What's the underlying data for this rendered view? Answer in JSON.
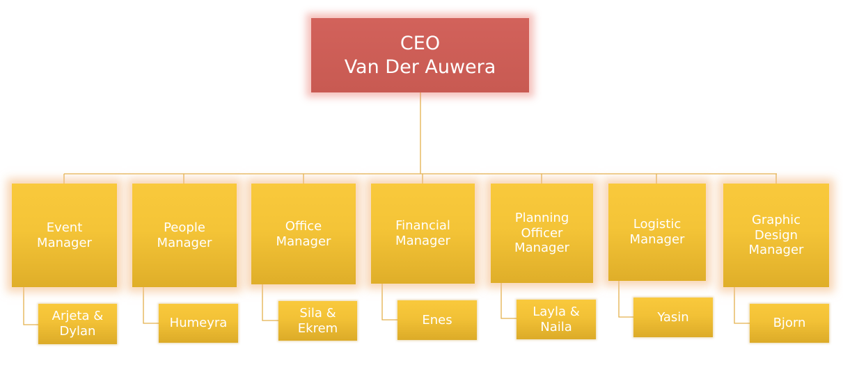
{
  "ceo": {
    "title": "CEO",
    "name": "Van Der Auwera"
  },
  "managers": [
    {
      "lines": [
        "Event",
        "Manager"
      ],
      "people": [
        "Arjeta &",
        "Dylan"
      ]
    },
    {
      "lines": [
        "People",
        "Manager"
      ],
      "people": [
        "Humeyra"
      ]
    },
    {
      "lines": [
        "Office",
        "Manager"
      ],
      "people": [
        "Sila &",
        "Ekrem"
      ]
    },
    {
      "lines": [
        "Financial",
        "Manager"
      ],
      "people": [
        "Enes"
      ]
    },
    {
      "lines": [
        "Planning",
        "Officer",
        "Manager"
      ],
      "people": [
        "Layla &",
        "Naila"
      ]
    },
    {
      "lines": [
        "Logistic",
        "Manager"
      ],
      "people": [
        "Yasin"
      ]
    },
    {
      "lines": [
        "Graphic",
        "Design",
        "Manager"
      ],
      "people": [
        "Bjorn"
      ]
    }
  ],
  "colors": {
    "ceo_fill": "#cd5f57",
    "manager_fill": "#f4c437",
    "connector": "#e3b04c",
    "text": "#ffffff"
  }
}
